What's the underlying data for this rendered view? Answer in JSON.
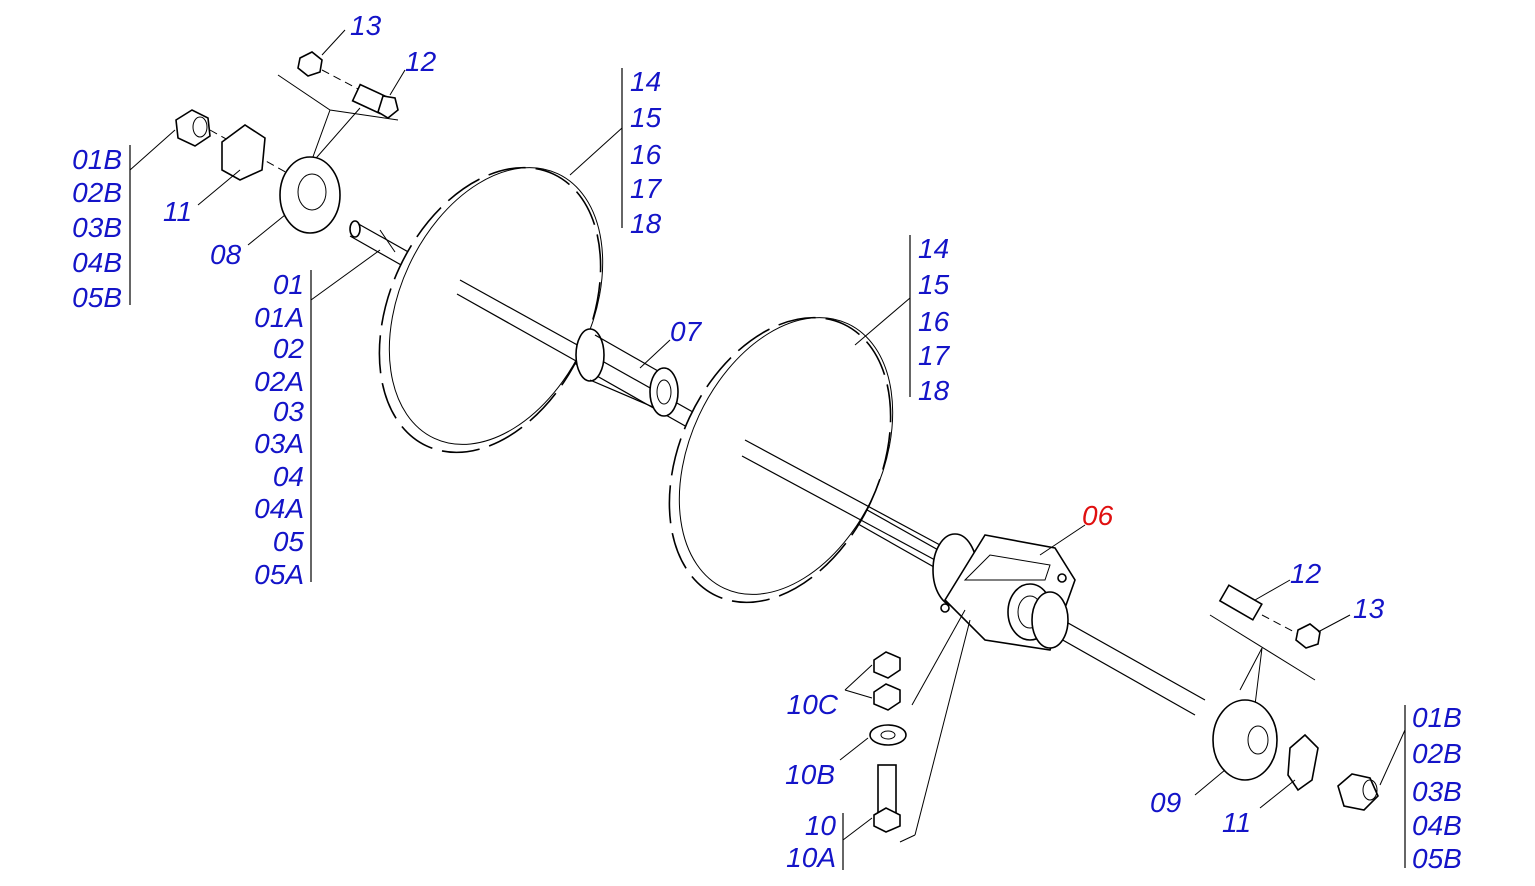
{
  "diagram": {
    "title_colors": {
      "label": "#1414c8",
      "highlight": "#e01010"
    },
    "top_left": {
      "nut": "13",
      "bolt": "12",
      "plate": "11",
      "bearing_flange": "08",
      "nut_group": [
        "01B",
        "02B",
        "03B",
        "04B",
        "05B"
      ],
      "shaft_group": [
        "01",
        "01A",
        "02",
        "02A",
        "03",
        "03A",
        "04",
        "04A",
        "05",
        "05A"
      ]
    },
    "disc1_group": [
      "14",
      "15",
      "16",
      "17",
      "18"
    ],
    "spacer": "07",
    "disc2_group": [
      "14",
      "15",
      "16",
      "17",
      "18"
    ],
    "housing": "06",
    "bottom_right": {
      "bolt": "12",
      "nut": "13",
      "bearing_flange": "09",
      "plate": "11",
      "nut_group": [
        "01B",
        "02B",
        "03B",
        "04B",
        "05B"
      ]
    },
    "mount": {
      "nuts": "10C",
      "washer": "10B",
      "bolt_group": [
        "10",
        "10A"
      ]
    }
  }
}
